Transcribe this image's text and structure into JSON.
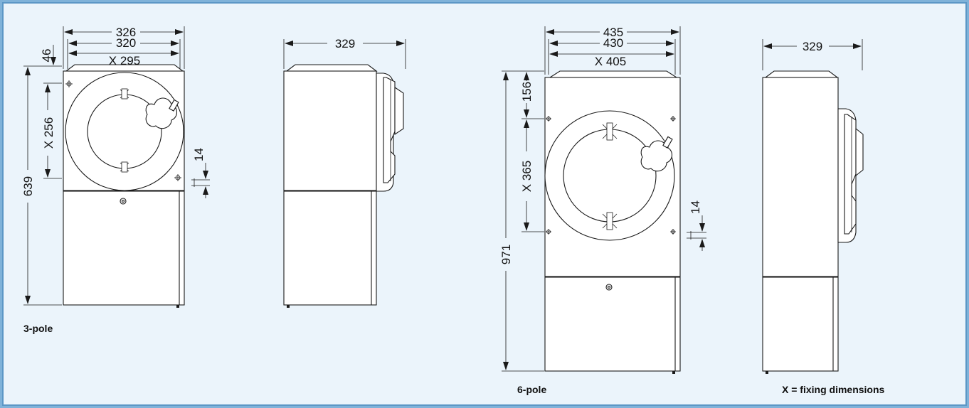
{
  "labels": {
    "three_pole": "3-pole",
    "six_pole": "6-pole",
    "legend": "X = fixing dimensions"
  },
  "dimensions": {
    "p3_w_overall": "326",
    "p3_w_body": "320",
    "p3_w_fixing": "X 295",
    "p3_top": "46",
    "p3_fix_height": "X 256",
    "p3_total_height": "639",
    "p3_gap": "14",
    "p3_depth": "329",
    "p6_w_overall": "435",
    "p6_w_body": "430",
    "p6_w_fixing": "X 405",
    "p6_top": "156",
    "p6_fix_height": "X 365",
    "p6_total_height": "971",
    "p6_gap": "14",
    "p6_depth": "329"
  },
  "colors": {
    "border": "#5c97c6",
    "background": "#ebf4fb",
    "outer": "#7fb2d9"
  }
}
